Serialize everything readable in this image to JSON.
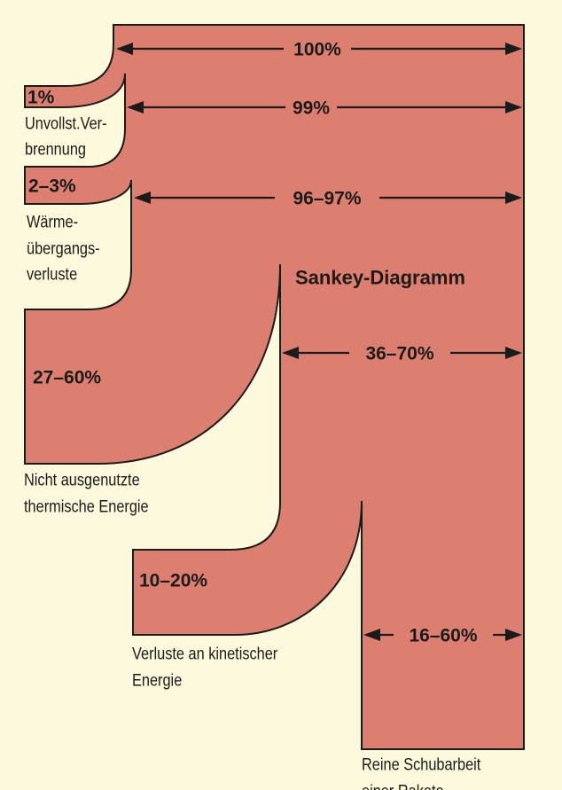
{
  "colors": {
    "background": "#fdf9dc",
    "flow": "#dc7f70",
    "ink": "#1c1a1a"
  },
  "title": "Sankey-Diagramm",
  "flows": {
    "input": "100%",
    "after_combustion": "99%",
    "after_heat_transfer": "96–97%",
    "after_thermal": "36–70%",
    "useful": "16–60%"
  },
  "losses": [
    {
      "value": "1%",
      "label_lines": [
        "Unvollst.Ver-",
        "brennung"
      ]
    },
    {
      "value": "2–3%",
      "label_lines": [
        "Wärme-",
        "übergangs-",
        "verluste"
      ]
    },
    {
      "value": "27–60%",
      "label_lines": [
        "Nicht ausgenutzte",
        "thermische Energie"
      ]
    },
    {
      "value": "10–20%",
      "label_lines": [
        "Verluste an kinetischer",
        "Energie"
      ]
    }
  ],
  "output_label_lines": [
    "Reine Schubarbeit",
    "einer Rakete"
  ]
}
